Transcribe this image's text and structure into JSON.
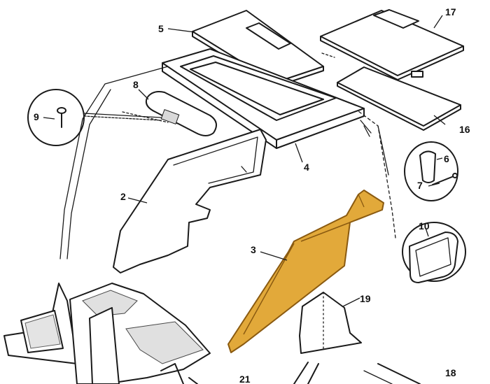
{
  "callouts": [
    {
      "id": "c5",
      "text": "5"
    },
    {
      "id": "c17",
      "text": "17"
    },
    {
      "id": "c8",
      "text": "8"
    },
    {
      "id": "c9",
      "text": "9"
    },
    {
      "id": "c16",
      "text": "16"
    },
    {
      "id": "c4",
      "text": "4"
    },
    {
      "id": "c6",
      "text": "6"
    },
    {
      "id": "c7",
      "text": "7"
    },
    {
      "id": "c2",
      "text": "2"
    },
    {
      "id": "c10",
      "text": "10"
    },
    {
      "id": "c3",
      "text": "3"
    },
    {
      "id": "c19",
      "text": "19"
    },
    {
      "id": "c21",
      "text": "21"
    },
    {
      "id": "c18",
      "text": "18"
    }
  ],
  "colors": {
    "line": "#1a1a1a",
    "highlight_fill": "#e2a93a",
    "highlight_stroke": "#8a5a10",
    "background": "#ffffff"
  }
}
